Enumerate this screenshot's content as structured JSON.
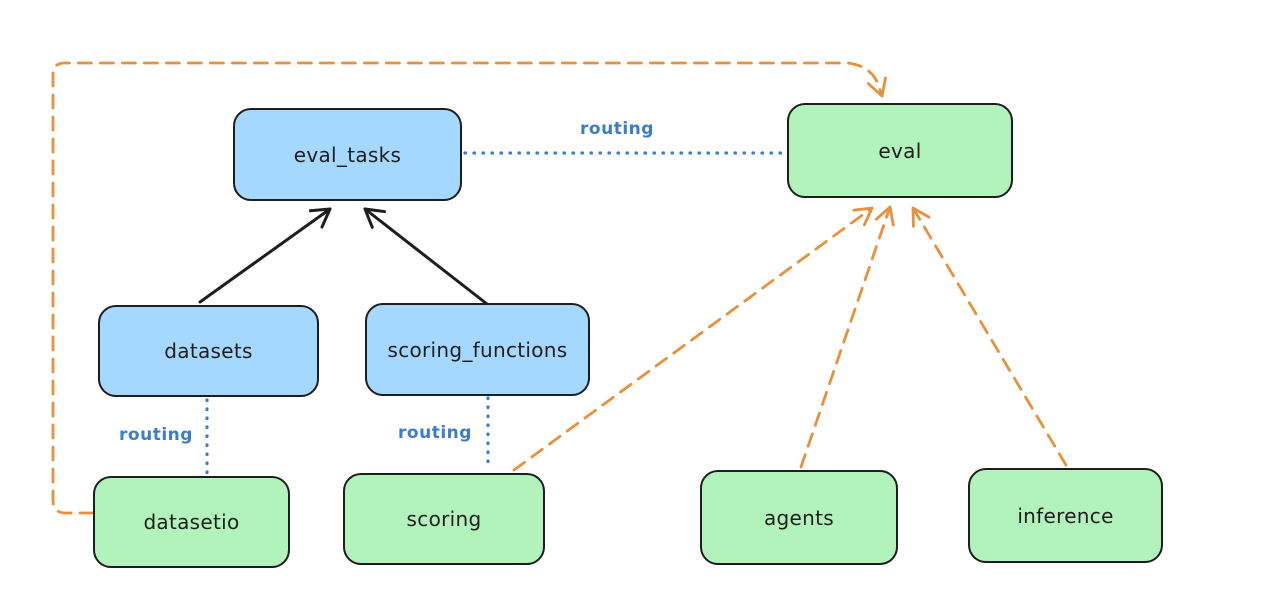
{
  "diagram": {
    "title": "llama-stack eval routing diagram",
    "background": "#ffffff",
    "nodes": [
      {
        "id": "eval_tasks",
        "label": "eval_tasks",
        "kind": "registry-resource",
        "fill": "#a5d8ff"
      },
      {
        "id": "eval",
        "label": "eval",
        "kind": "api-provider",
        "fill": "#b2f2bb"
      },
      {
        "id": "datasets",
        "label": "datasets",
        "kind": "registry-resource",
        "fill": "#a5d8ff"
      },
      {
        "id": "scoring_functions",
        "label": "scoring_functions",
        "kind": "registry-resource",
        "fill": "#a5d8ff"
      },
      {
        "id": "datasetio",
        "label": "datasetio",
        "kind": "api-provider",
        "fill": "#b2f2bb"
      },
      {
        "id": "scoring",
        "label": "scoring",
        "kind": "api-provider",
        "fill": "#b2f2bb"
      },
      {
        "id": "agents",
        "label": "agents",
        "kind": "api-provider",
        "fill": "#b2f2bb"
      },
      {
        "id": "inference",
        "label": "inference",
        "kind": "api-provider",
        "fill": "#b2f2bb"
      }
    ],
    "edges": [
      {
        "from": "datasets",
        "to": "eval_tasks",
        "style": "solid-black-arrow"
      },
      {
        "from": "scoring_functions",
        "to": "eval_tasks",
        "style": "solid-black-arrow"
      },
      {
        "from": "eval_tasks",
        "to": "eval",
        "style": "blue-dotted",
        "label": "routing"
      },
      {
        "from": "datasets",
        "to": "datasetio",
        "style": "blue-dotted",
        "label": "routing"
      },
      {
        "from": "scoring_functions",
        "to": "scoring",
        "style": "blue-dotted",
        "label": "routing"
      },
      {
        "from": "datasetio",
        "to": "eval",
        "style": "orange-dashed-arrow",
        "route": "around-left-and-top"
      },
      {
        "from": "scoring",
        "to": "eval",
        "style": "orange-dashed-arrow"
      },
      {
        "from": "agents",
        "to": "eval",
        "style": "orange-dashed-arrow"
      },
      {
        "from": "inference",
        "to": "eval",
        "style": "orange-dashed-arrow"
      }
    ],
    "colors": {
      "node_fill_blue": "#a5d8ff",
      "node_fill_green": "#b2f2bb",
      "node_border": "#1e1e1e",
      "solid_arrow_black": "#1e1e1e",
      "routing_label_blue": "#3d7cc9",
      "dashed_arrow_orange": "#e8913c"
    }
  }
}
